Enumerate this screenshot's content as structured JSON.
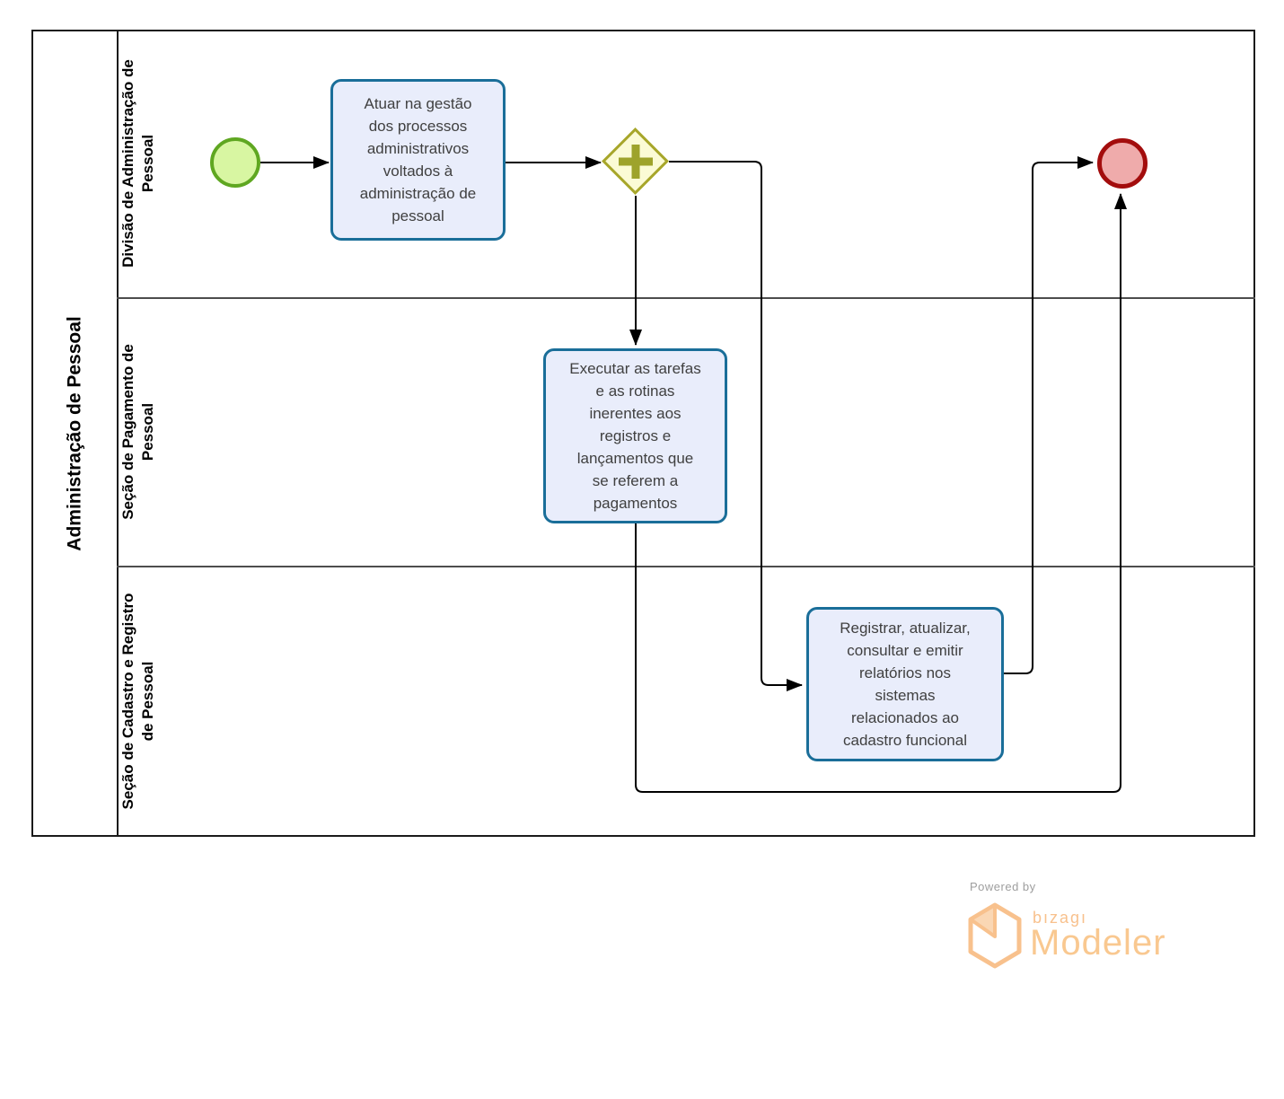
{
  "diagram": {
    "pool": {
      "title": "Administração de Pessoal",
      "lanes": [
        {
          "label": "Divisão de Administração de\nPessoal"
        },
        {
          "label": "Seção de Pagamento de\nPessoal"
        },
        {
          "label": "Seção de Cadastro e Registro\nde Pessoal"
        }
      ]
    },
    "nodes": {
      "start_event": {
        "type": "start-event",
        "lane": "Divisão de Administração de Pessoal"
      },
      "task1": {
        "type": "task",
        "lane": "Divisão de Administração de Pessoal",
        "label": "Atuar na gestão\ndos processos\nadministrativos\nvoltados à\nadministração de\npessoal"
      },
      "gateway": {
        "type": "parallel-gateway",
        "lane": "Divisão de Administração de Pessoal",
        "symbol": "+"
      },
      "task2": {
        "type": "task",
        "lane": "Seção de Pagamento de Pessoal",
        "label": "Executar as tarefas\ne as rotinas\ninerentes aos\nregistros e\nlançamentos  que\nse referem a\npagamentos"
      },
      "task3": {
        "type": "task",
        "lane": "Seção de Cadastro e Registro de Pessoal",
        "label": "Registrar, atualizar,\nconsultar e emitir\nrelatórios nos\nsistemas\nrelacionados ao\ncadastro funcional"
      },
      "end_event": {
        "type": "end-event",
        "lane": "Divisão de Administração de Pessoal"
      }
    },
    "flows": [
      {
        "from": "start_event",
        "to": "task1"
      },
      {
        "from": "task1",
        "to": "gateway"
      },
      {
        "from": "gateway",
        "to": "task2"
      },
      {
        "from": "gateway",
        "to": "task3"
      },
      {
        "from": "task2",
        "to": "end_event"
      },
      {
        "from": "task3",
        "to": "end_event"
      }
    ],
    "colors": {
      "task_fill": "#e9edfb",
      "task_stroke": "#1a6e99",
      "task_text": "#404040",
      "start_fill": "#d8f6a2",
      "start_stroke": "#5fa721",
      "gateway_fill": "#fbfbd5",
      "gateway_stroke": "#a7a62a",
      "gateway_plus": "#9ea32b",
      "end_fill": "#efabab",
      "end_stroke": "#a30d0d",
      "flow_line": "#000000",
      "lane_divider": "#4d4d4d",
      "pool_border": "#1a1a1a"
    }
  },
  "footer": {
    "powered_by": "Powered by",
    "brand": "bızagı",
    "product": "Modeler",
    "logo_orange": "#f8c18d"
  }
}
